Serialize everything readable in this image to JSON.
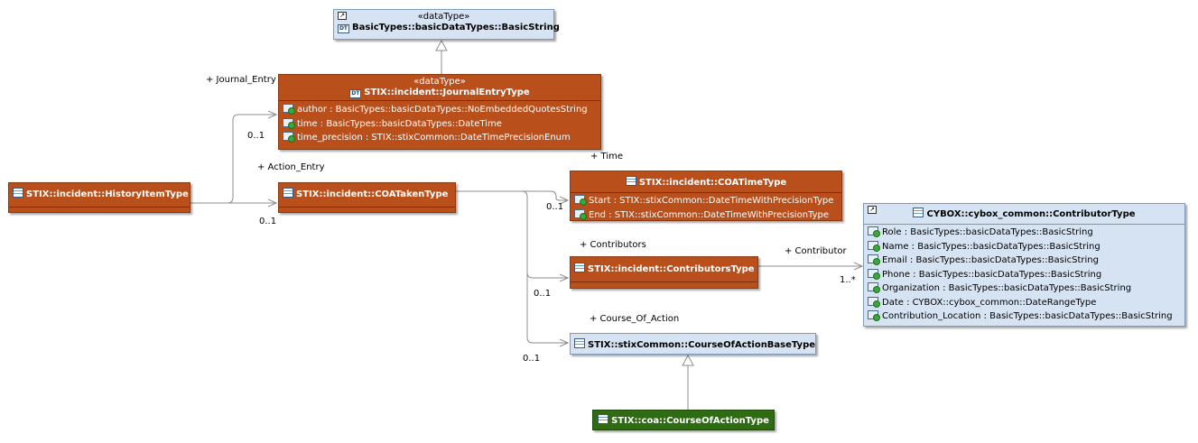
{
  "classes": {
    "basic_string": {
      "stereotype": "«dataType»",
      "name": "BasicTypes::basicDataTypes::BasicString"
    },
    "journal_entry_type": {
      "stereotype": "«dataType»",
      "name": "STIX::incident::JournalEntryType",
      "attributes": [
        "author : BasicTypes::basicDataTypes::NoEmbeddedQuotesString",
        "time : BasicTypes::basicDataTypes::DateTime",
        "time_precision : STIX::stixCommon::DateTimePrecisionEnum"
      ]
    },
    "history_item_type": {
      "name": "STIX::incident::HistoryItemType"
    },
    "coa_taken_type": {
      "name": "STIX::incident::COATakenType"
    },
    "coa_time_type": {
      "name": "STIX::incident::COATimeType",
      "attributes": [
        "Start : STIX::stixCommon::DateTimeWithPrecisionType",
        "End : STIX::stixCommon::DateTimeWithPrecisionType"
      ]
    },
    "contributors_type": {
      "name": "STIX::incident::ContributorsType"
    },
    "contributor_type": {
      "name": "CYBOX::cybox_common::ContributorType",
      "attributes": [
        "Role : BasicTypes::basicDataTypes::BasicString",
        "Name : BasicTypes::basicDataTypes::BasicString",
        "Email : BasicTypes::basicDataTypes::BasicString",
        "Phone : BasicTypes::basicDataTypes::BasicString",
        "Organization : BasicTypes::basicDataTypes::BasicString",
        "Date : CYBOX::cybox_common::DateRangeType",
        "Contribution_Location : BasicTypes::basicDataTypes::BasicString"
      ]
    },
    "course_of_action_base_type": {
      "name": "STIX::stixCommon::CourseOfActionBaseType"
    },
    "course_of_action_type": {
      "name": "STIX::coa::CourseOfActionType"
    }
  },
  "labels": {
    "journal_entry_role": "+ Journal_Entry",
    "journal_entry_mult": "0..1",
    "action_entry_role": "+ Action_Entry",
    "action_entry_mult": "0..1",
    "time_role": "+ Time",
    "time_mult": "0..1",
    "contributors_role": "+ Contributors",
    "contributors_mult": "0..1",
    "contributor_role": "+ Contributor",
    "contributor_mult": "1..*",
    "course_of_action_role": "+ Course_Of_Action",
    "course_of_action_mult": "0..1"
  },
  "colors": {
    "class_orange": "#b9501c",
    "class_blue": "#d5e3f2",
    "class_green": "#2e6b12",
    "connector": "#8c8c8c"
  }
}
